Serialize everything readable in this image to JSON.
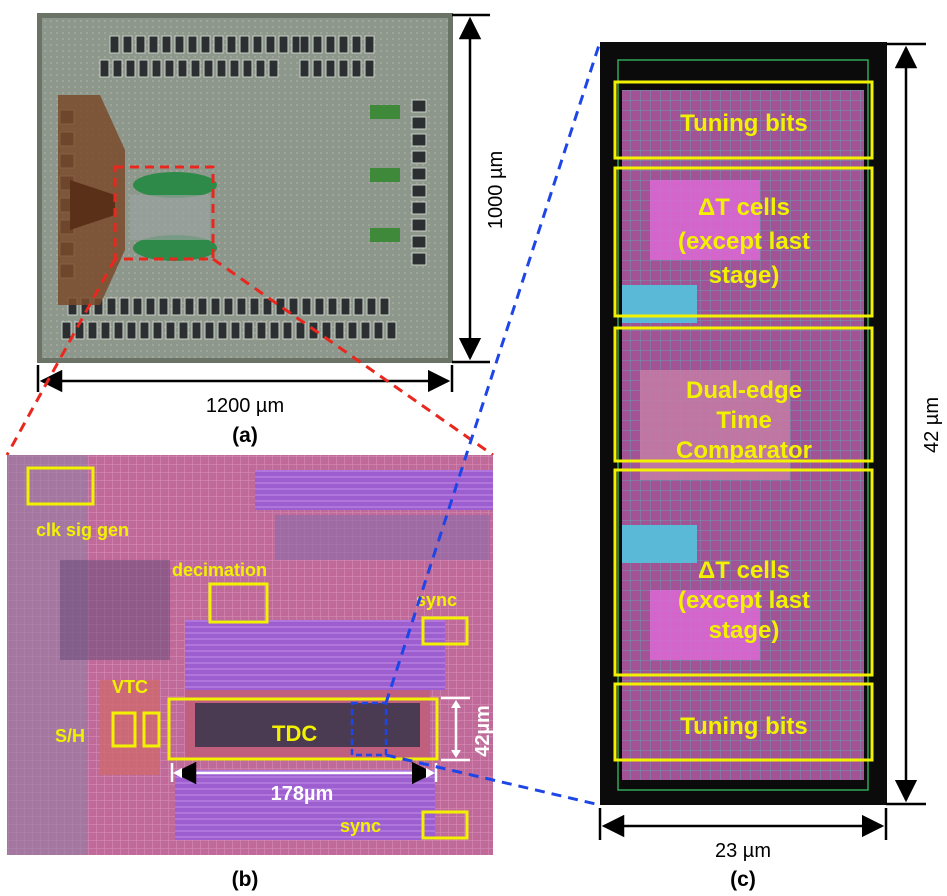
{
  "panel_a": {
    "caption": "(a)",
    "width_label": "1200 µm",
    "height_label": "1000 µm"
  },
  "panel_b": {
    "caption": "(b)",
    "labels": {
      "clk_sig_gen": "clk sig gen",
      "decimation": "decimation",
      "sync_top": "sync",
      "sync_bottom": "sync",
      "vtc": "VTC",
      "sh": "S/H",
      "tdc": "TDC",
      "width": "178µm",
      "height": "42µm"
    }
  },
  "panel_c": {
    "caption": "(c)",
    "width_label": "23 µm",
    "height_label": "42 µm",
    "blocks": [
      {
        "lines": [
          "Tuning bits"
        ]
      },
      {
        "lines": [
          "ΔT cells",
          "(except last",
          "stage)"
        ]
      },
      {
        "lines": [
          "Dual-edge",
          "Time",
          "Comparator"
        ]
      },
      {
        "lines": [
          "ΔT cells",
          "(except last",
          "stage)"
        ]
      },
      {
        "lines": [
          "Tuning bits"
        ]
      }
    ]
  },
  "colors": {
    "highlight": "#f2f200",
    "zoom_red": "#e8281e",
    "zoom_blue": "#1e46e6",
    "die_bg": "#8e978c",
    "layout_bg": "#c06a9a",
    "panel_c_bg": "#0b0b0b"
  }
}
